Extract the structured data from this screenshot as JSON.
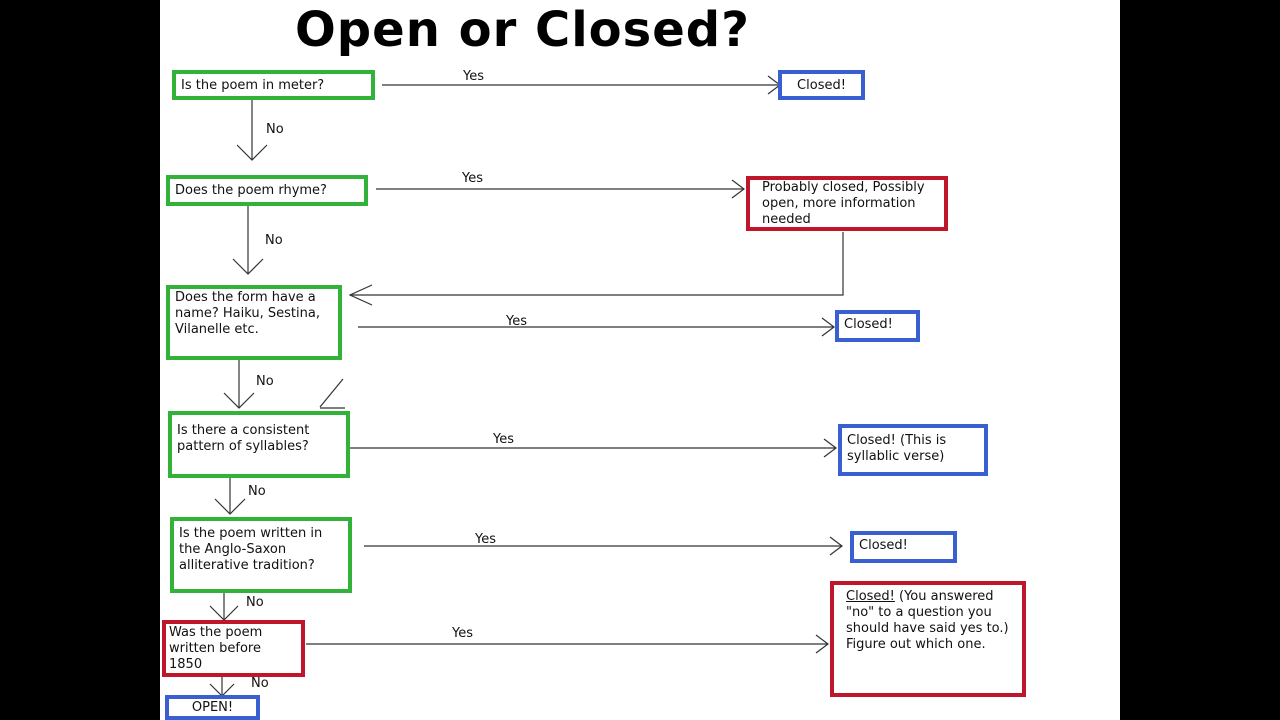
{
  "title": "Open or Closed?",
  "questions": {
    "q1": "Is the poem in meter?",
    "q2": "Does the poem rhyme?",
    "q3": "Does the form have a name? Haiku, Sestina, Vilanelle etc.",
    "q4": "Is there a consistent pattern of syllables?",
    "q5": "Is the poem written in the Anglo-Saxon alliterative tradition?",
    "q6": "Was the poem written before 1850"
  },
  "outcomes": {
    "o1": "Closed!",
    "o2": "Probably closed, Possibly open, more information needed",
    "o3": "Closed!",
    "o4": "Closed! (This is syllablic verse)",
    "o5": "Closed!",
    "o6_head": "Closed!",
    "o6_rest": " (You answered \"no\" to a question you should have said yes to.) Figure out which one.",
    "open": "OPEN!"
  },
  "labels": {
    "yes": "Yes",
    "no": "No"
  },
  "colors": {
    "question_border": "#33b23a",
    "warning_border": "#c0162b",
    "result_border": "#3a5fd0"
  }
}
